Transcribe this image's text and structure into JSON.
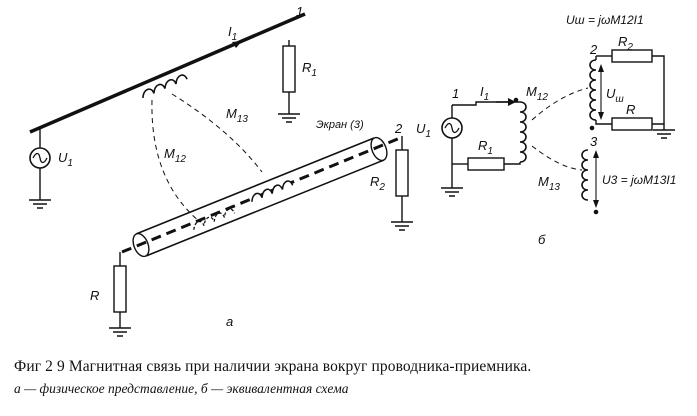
{
  "figure_a": {
    "node_1": "1",
    "node_2": "2",
    "current": "I",
    "current_sub": "1",
    "resistor_r1": "R",
    "resistor_r1_sub": "1",
    "resistor_r2": "R",
    "resistor_r2_sub": "2",
    "resistor_r": "R",
    "source": "U",
    "source_sub": "1",
    "mutual_13": "M",
    "mutual_13_sub": "13",
    "mutual_12": "M",
    "mutual_12_sub": "12",
    "screen_label": "Экран (3)",
    "panel_letter": "а"
  },
  "figure_b": {
    "formula_top": "Uш = jωM12I1",
    "node_1": "1",
    "node_2": "2",
    "node_3": "3",
    "current": "I",
    "current_sub": "1",
    "source": "U",
    "source_sub": "1",
    "resistor_r1": "R",
    "resistor_r1_sub": "1",
    "resistor_r2": "R",
    "resistor_r2_sub": "2",
    "resistor_r": "R",
    "mutual_12": "M",
    "mutual_12_sub": "12",
    "mutual_13": "M",
    "mutual_13_sub": "13",
    "voltage_sh": "U",
    "voltage_sh_sub": "ш",
    "formula_3": "U3 = jωM13I1",
    "panel_letter": "б"
  },
  "caption": {
    "line1": "Фиг 2 9  Магнитная связь при наличии экрана вокруг проводника-приемника.",
    "line2": "а — физическое представление, б — эквивалентная схема"
  }
}
